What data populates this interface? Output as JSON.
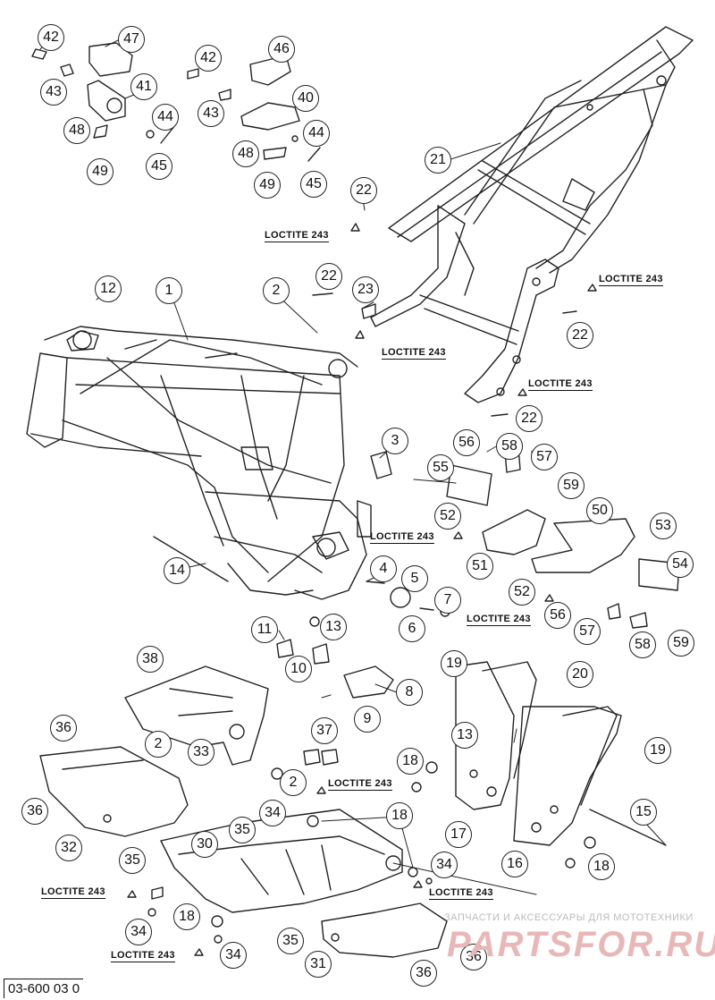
{
  "drawing_code": "03-600 03 0",
  "watermark": {
    "tagline": "ЗАПЧАСТИ И АКСЕССУАРЫ ДЛЯ МОТОТЕХНИКИ",
    "logo": "PARTSFOR.RU"
  },
  "loctite_label": "LOCTITE 243",
  "callouts": [
    {
      "n": "42"
    },
    {
      "n": "47"
    },
    {
      "n": "43"
    },
    {
      "n": "41"
    },
    {
      "n": "44"
    },
    {
      "n": "48"
    },
    {
      "n": "45"
    },
    {
      "n": "49"
    },
    {
      "n": "42"
    },
    {
      "n": "46"
    },
    {
      "n": "43"
    },
    {
      "n": "40"
    },
    {
      "n": "48"
    },
    {
      "n": "44"
    },
    {
      "n": "49"
    },
    {
      "n": "45"
    },
    {
      "n": "21"
    },
    {
      "n": "22"
    },
    {
      "n": "12"
    },
    {
      "n": "1"
    },
    {
      "n": "2"
    },
    {
      "n": "22"
    },
    {
      "n": "23"
    },
    {
      "n": "22"
    },
    {
      "n": "22"
    },
    {
      "n": "3"
    },
    {
      "n": "56"
    },
    {
      "n": "58"
    },
    {
      "n": "57"
    },
    {
      "n": "55"
    },
    {
      "n": "59"
    },
    {
      "n": "52"
    },
    {
      "n": "50"
    },
    {
      "n": "53"
    },
    {
      "n": "51"
    },
    {
      "n": "54"
    },
    {
      "n": "14"
    },
    {
      "n": "4"
    },
    {
      "n": "5"
    },
    {
      "n": "7"
    },
    {
      "n": "52"
    },
    {
      "n": "56"
    },
    {
      "n": "11"
    },
    {
      "n": "13"
    },
    {
      "n": "6"
    },
    {
      "n": "57"
    },
    {
      "n": "58"
    },
    {
      "n": "59"
    },
    {
      "n": "38"
    },
    {
      "n": "10"
    },
    {
      "n": "8"
    },
    {
      "n": "19"
    },
    {
      "n": "20"
    },
    {
      "n": "9"
    },
    {
      "n": "36"
    },
    {
      "n": "2"
    },
    {
      "n": "33"
    },
    {
      "n": "37"
    },
    {
      "n": "13"
    },
    {
      "n": "19"
    },
    {
      "n": "18"
    },
    {
      "n": "2"
    },
    {
      "n": "36"
    },
    {
      "n": "34"
    },
    {
      "n": "18"
    },
    {
      "n": "17"
    },
    {
      "n": "15"
    },
    {
      "n": "35"
    },
    {
      "n": "32"
    },
    {
      "n": "30"
    },
    {
      "n": "35"
    },
    {
      "n": "34"
    },
    {
      "n": "16"
    },
    {
      "n": "18"
    },
    {
      "n": "34"
    },
    {
      "n": "18"
    },
    {
      "n": "35"
    },
    {
      "n": "34"
    },
    {
      "n": "31"
    },
    {
      "n": "36"
    },
    {
      "n": "36"
    }
  ]
}
